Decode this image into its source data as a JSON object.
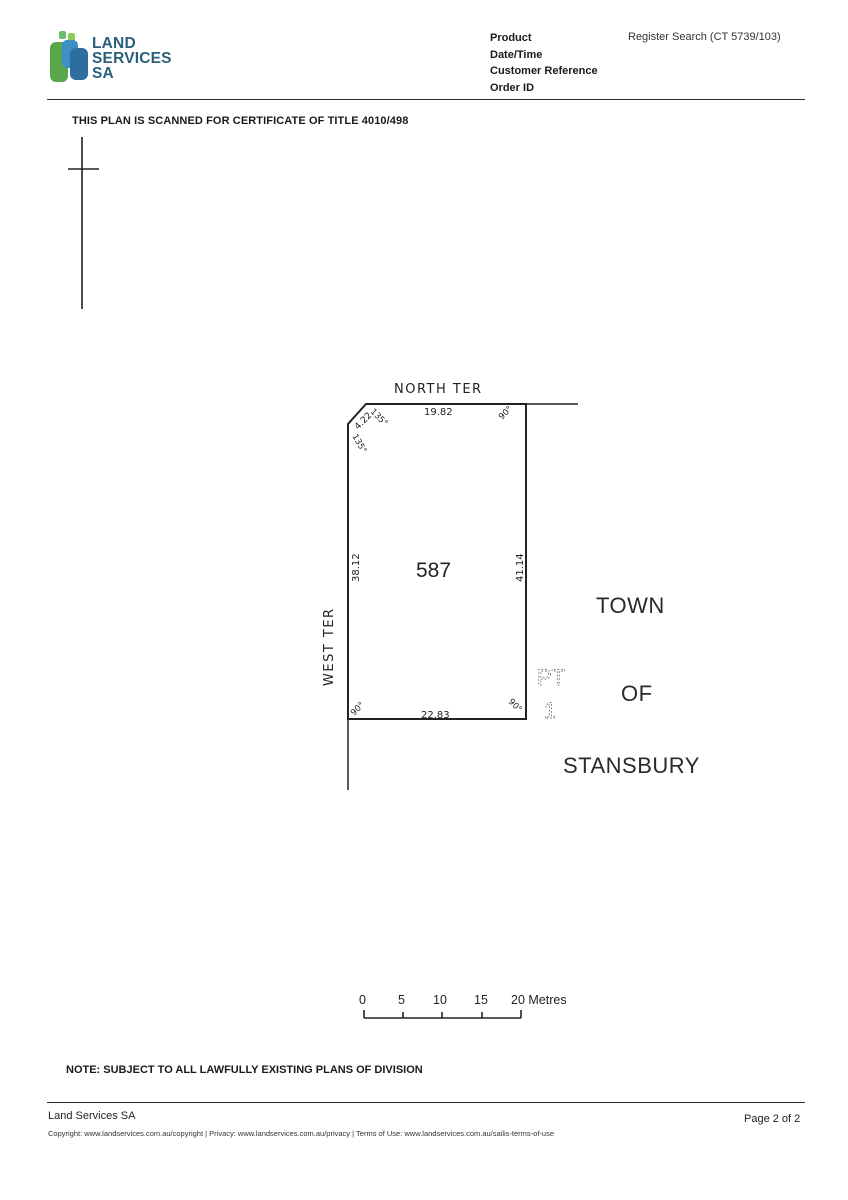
{
  "header": {
    "logo": {
      "line1": "LAND",
      "line2": "SERVICES",
      "line3": "SA"
    },
    "meta_labels": [
      "Product",
      "Date/Time",
      "Customer Reference",
      "Order ID"
    ],
    "product_value": "Register Search (CT 5739/103)"
  },
  "plan": {
    "heading": "THIS PLAN IS SCANNED FOR CERTIFICATE OF TITLE 4010/498",
    "lot_number": "587",
    "road_north": "NORTH TER",
    "road_west": "WEST TER",
    "dimensions": {
      "north": "19.82",
      "south": "22.83",
      "west": "38.12",
      "east": "41.14",
      "corner": "4.22"
    },
    "angles": {
      "corner_a": "135°",
      "corner_b": "135°",
      "north_east": "90°",
      "south_east": "90°",
      "south_west": "90°"
    },
    "pt_label": "PT",
    "pt_number": "1",
    "town_lines": [
      "TOWN",
      "OF",
      "STANSBURY"
    ],
    "scale": {
      "ticks": [
        "0",
        "5",
        "10",
        "15",
        "20 Metres"
      ]
    },
    "note": "NOTE: SUBJECT TO ALL LAWFULLY EXISTING PLANS OF DIVISION"
  },
  "footer": {
    "org": "Land Services SA",
    "page": "Page 2 of 2",
    "copyright": "Copyright: www.landservices.com.au/copyright | Privacy: www.landservices.com.au/privacy | Terms of Use: www.landservices.com.au/sailis-terms-of-use"
  }
}
